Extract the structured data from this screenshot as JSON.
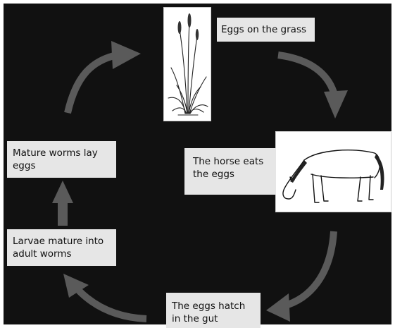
{
  "diagram": {
    "stages": {
      "eggs_on_grass": "Eggs on the grass",
      "horse_eats": "The horse eats\nthe eggs",
      "eggs_hatch": "The eggs hatch\nin the gut",
      "larvae_mature": "Larvae mature into\nadult worms",
      "worms_lay": "Mature worms lay\neggs"
    },
    "colors": {
      "background": "#111111",
      "label_fill": "#e6e6e6",
      "arrow": "#5a5a5a"
    },
    "icons": [
      "grass-illustration",
      "horse-illustration"
    ]
  }
}
